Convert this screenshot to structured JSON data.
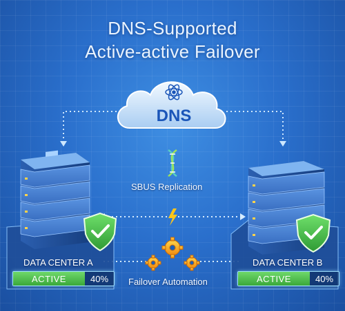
{
  "title": {
    "line1": "DNS-Supported",
    "line2": "Active-active Failover"
  },
  "dns": {
    "label": "DNS"
  },
  "replication": {
    "label": "SBUS Replication"
  },
  "automation": {
    "label": "Failover Automation"
  },
  "data_centers": [
    {
      "name": "DATA CENTER A",
      "status": "ACTIVE",
      "load": "40%"
    },
    {
      "name": "DATA CENTER B",
      "status": "ACTIVE",
      "load": "40%"
    }
  ],
  "icons": [
    "cloud-icon",
    "atom-icon",
    "dna-icon",
    "lightning-icon",
    "gears-icon",
    "server-rack-icon",
    "shield-check-icon"
  ],
  "colors": {
    "accent_green": "#3aa83a",
    "shield_green": "#4cc24c",
    "cloud": "#dbeeff",
    "dns_text": "#1a55b8"
  }
}
